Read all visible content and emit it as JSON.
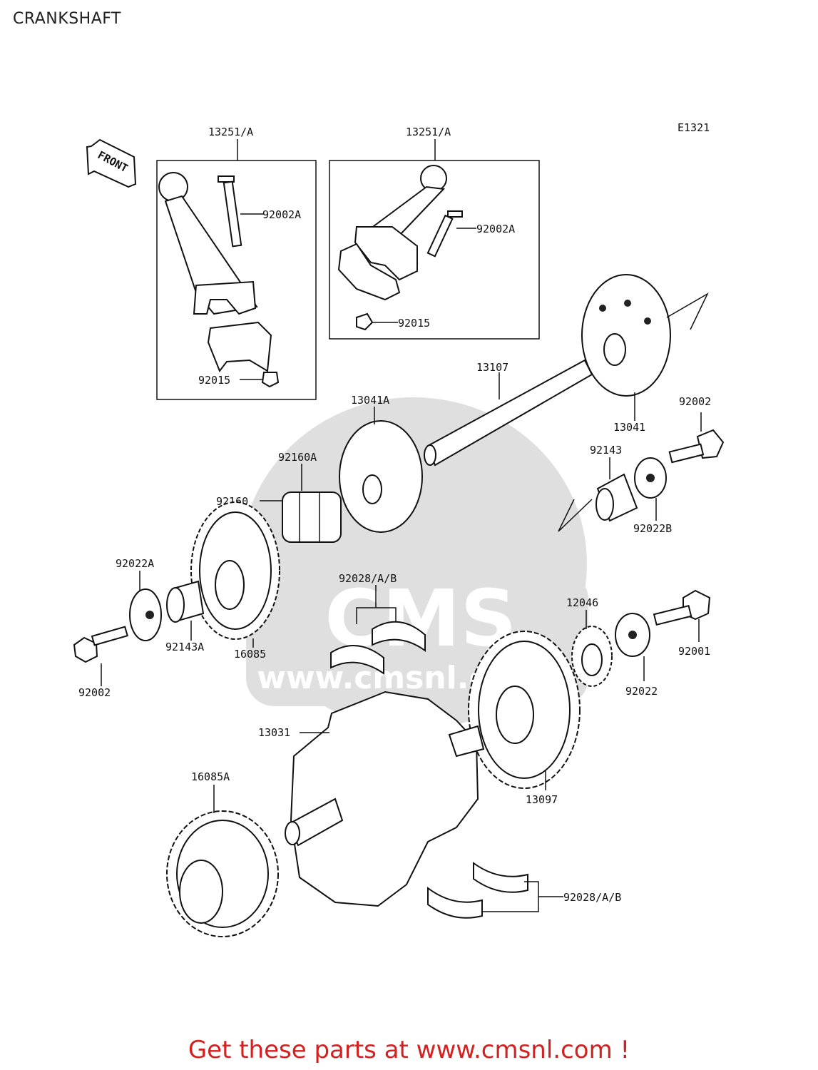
{
  "title": "CRANKSHAFT",
  "diagram_code": "E1321",
  "front_label": "FRONT",
  "watermark": "www.cmsnl.com",
  "watermark_logo": "CMS",
  "labels": {
    "conrod_left": "13251/A",
    "conrod_right": "13251/A",
    "bolt_left": "92002A",
    "bolt_right": "92002A",
    "nut_left": "92015",
    "nut_right": "92015",
    "shaft": "13107",
    "coupling_a": "13041A",
    "coupling": "13041",
    "bolt_92002_right": "92002",
    "collar_92143": "92143",
    "washer_92022b": "92022B",
    "damper_a": "92160A",
    "damper": "92160",
    "washer_92022a": "92022A",
    "collar_92143a": "92143A",
    "gear_16085": "16085",
    "bolt_92002_left": "92002",
    "bearings_upper": "92028/A/B",
    "gear_12046": "12046",
    "washer_92022": "92022",
    "bolt_92001": "92001",
    "crankshaft": "13031",
    "gear_13097": "13097",
    "gear_16085a": "16085A",
    "bearings_lower": "92028/A/B"
  },
  "footer": "Get these parts at www.cmsnl.com !"
}
